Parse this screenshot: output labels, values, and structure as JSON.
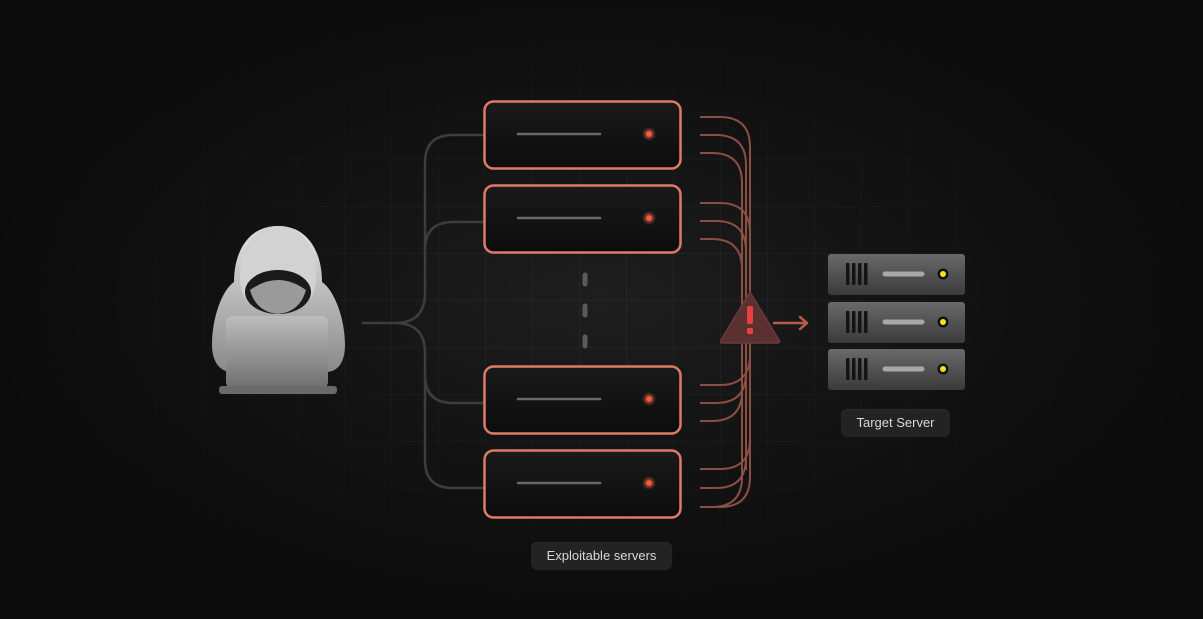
{
  "labels": {
    "exploitable_servers": "Exploitable servers",
    "target_server": "Target Server"
  },
  "nodes": {
    "attacker": {
      "icon": "hooded-hacker-with-laptop-icon"
    },
    "exploitable_servers": {
      "count_shown": 4,
      "has_ellipsis": true,
      "status_light": "red"
    },
    "warning": {
      "icon": "warning-triangle-icon",
      "symbol": "!"
    },
    "target_server": {
      "units": 3,
      "status_light": "yellow"
    }
  },
  "colors": {
    "background": "#0d0d0d",
    "server_border": "#e07a68",
    "server_fill": "#121212",
    "server_light": "#ff5a3c",
    "flow_lines": "#8a4e42",
    "connector_lines": "#3d3d3d",
    "warning_fill": "#5a3030",
    "warning_mark": "#e84040",
    "target_light": "#f0e020",
    "label_bg": "#232323",
    "label_text": "#d8d8d8"
  }
}
